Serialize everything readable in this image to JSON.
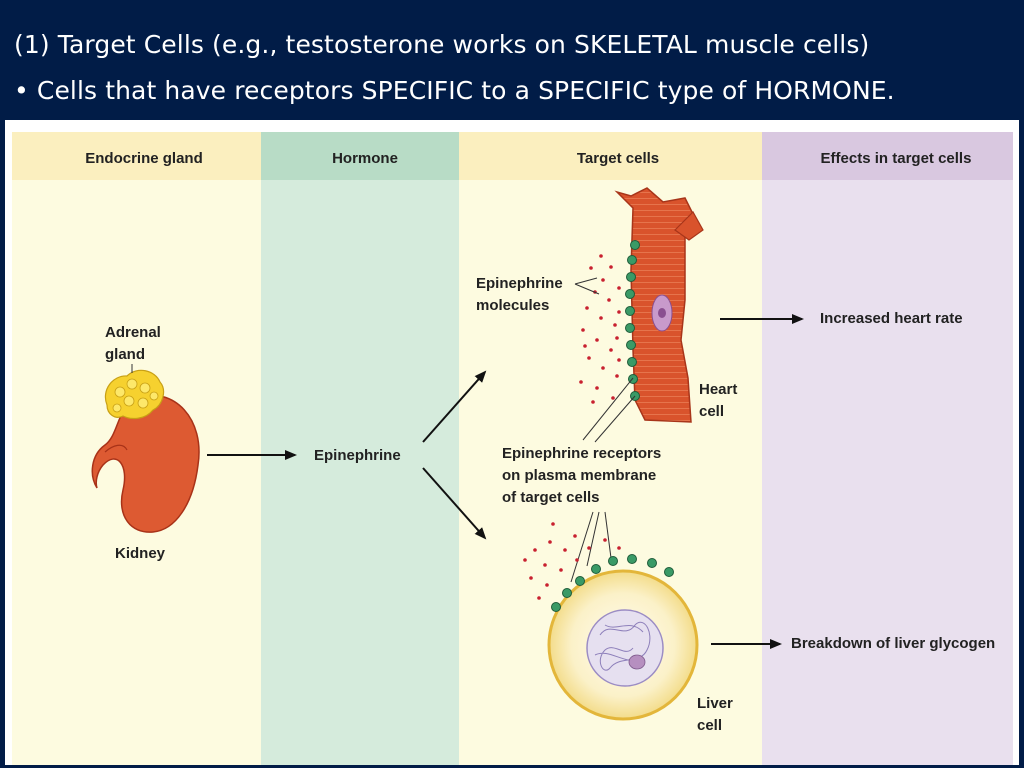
{
  "slide": {
    "line1": "(1) Target Cells (e.g., testosterone works on SKELETAL muscle cells)",
    "line2": "• Cells that have receptors SPECIFIC to a SPECIFIC type of HORMONE."
  },
  "diagram": {
    "columns": [
      {
        "label": "Endocrine gland",
        "color": "#fdf5cc",
        "bg": "#fdfbe0"
      },
      {
        "label": "Hormone",
        "color": "#b8dcc6",
        "bg": "#d5ebdc"
      },
      {
        "label": "Target cells",
        "color": "#fdf5cc",
        "bg": "#fdfbe0"
      },
      {
        "label": "Effects in target cells",
        "color": "#d9c8e0",
        "bg": "#e9e0ee"
      }
    ],
    "labels": {
      "adrenal_line1": "Adrenal",
      "adrenal_line2": "gland",
      "kidney": "Kidney",
      "hormone": "Epinephrine",
      "molecules_line1": "Epinephrine",
      "molecules_line2": "molecules",
      "heart_line1": "Heart",
      "heart_line2": "cell",
      "receptors_line1": "Epinephrine receptors",
      "receptors_line2": "on plasma membrane",
      "receptors_line3": "of target cells",
      "liver_line1": "Liver",
      "liver_line2": "cell",
      "effect1": "Increased heart rate",
      "effect2": "Breakdown of liver glycogen"
    }
  }
}
